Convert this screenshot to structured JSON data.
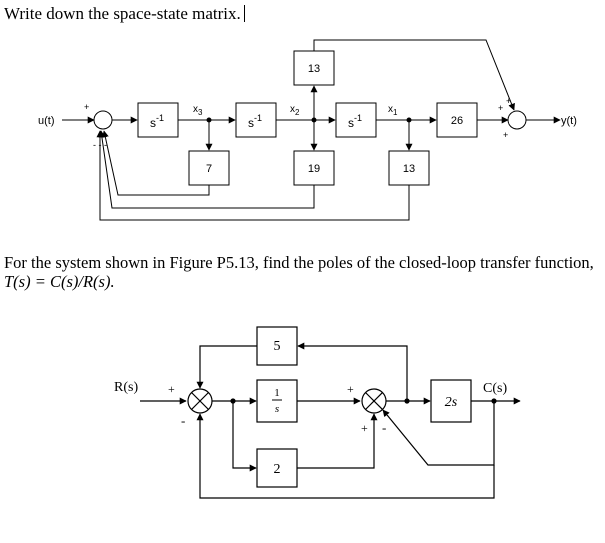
{
  "question1": {
    "text": "Write down the space-state matrix."
  },
  "question2": {
    "text": "For the system shown in Figure P5.13, find the poles of the closed-loop transfer function,",
    "tf": "T(s) = C(s)/R(s)."
  },
  "diagram1": {
    "input_label": "u(t)",
    "output_label": "y(t)",
    "integrators": [
      {
        "label": "s",
        "exp": "-1"
      },
      {
        "label": "s",
        "exp": "-1"
      },
      {
        "label": "s",
        "exp": "-1"
      }
    ],
    "states": [
      {
        "label": "x",
        "sub": "3"
      },
      {
        "label": "x",
        "sub": "2"
      },
      {
        "label": "x",
        "sub": "1"
      }
    ],
    "gains": {
      "top": "13",
      "bottom_left": "7",
      "bottom_mid": "19",
      "bottom_right": "13",
      "forward": "26"
    },
    "signs": {
      "in_plus": "+",
      "in_minus": "- - -",
      "out_plus_top": "+",
      "out_plus_left": "+",
      "out_plus_bottom": "+"
    }
  },
  "diagram2": {
    "input_label": "R(s)",
    "output_label": "C(s)",
    "blocks": {
      "top": "5",
      "integrator_num": "1",
      "integrator_den": "s",
      "bottom": "2",
      "forward": "2s"
    },
    "signs": {
      "s1_plus": "+",
      "s1_minus": "-",
      "s2_plus_left": "+",
      "s2_plus_bottom": "+",
      "s2_minus": "-"
    }
  }
}
